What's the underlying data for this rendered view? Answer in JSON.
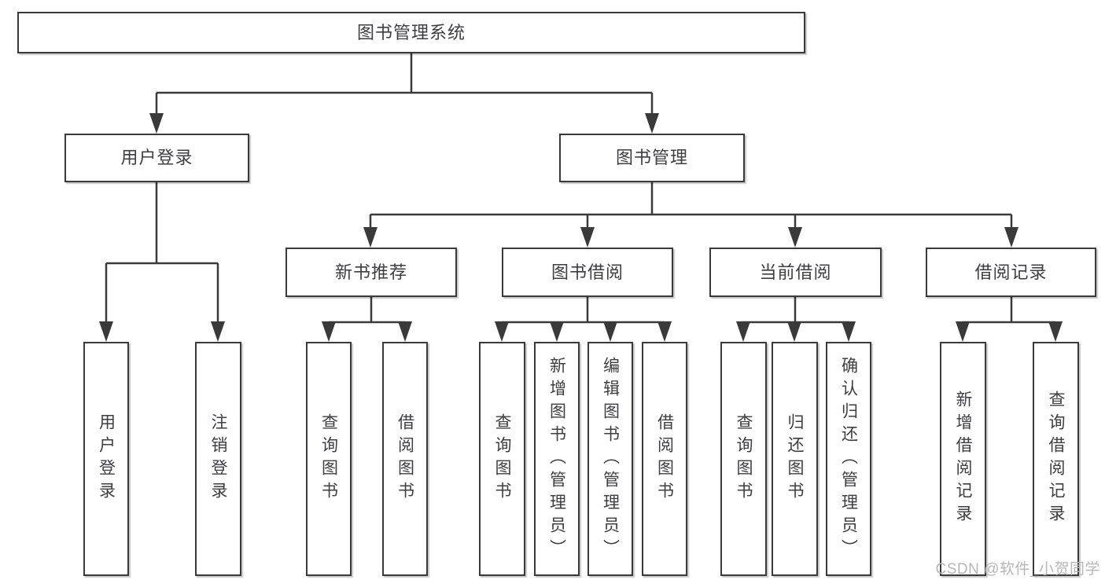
{
  "diagram": {
    "title": "图书管理系统",
    "branches": [
      {
        "label": "用户登录",
        "children": [
          {
            "label": "用户登录"
          },
          {
            "label": "注销登录"
          }
        ]
      },
      {
        "label": "图书管理",
        "children": [
          {
            "label": "新书推荐",
            "children": [
              {
                "label": "查询图书"
              },
              {
                "label": "借阅图书"
              }
            ]
          },
          {
            "label": "图书借阅",
            "children": [
              {
                "label": "查询图书"
              },
              {
                "label": "新增图书（管理员）"
              },
              {
                "label": "编辑图书（管理员）"
              },
              {
                "label": "借阅图书"
              }
            ]
          },
          {
            "label": "当前借阅",
            "children": [
              {
                "label": "查询图书"
              },
              {
                "label": "归还图书"
              },
              {
                "label": "确认归还（管理员）"
              }
            ]
          },
          {
            "label": "借阅记录",
            "children": [
              {
                "label": "新增借阅记录"
              },
              {
                "label": "查询借阅记录"
              }
            ]
          }
        ]
      }
    ]
  },
  "watermark": "CSDN @软件_小贺同学",
  "colors": {
    "line": "#3a3a3a",
    "text": "#3d3d42",
    "watermark": "#b6b6b6",
    "background": "#ffffff"
  }
}
